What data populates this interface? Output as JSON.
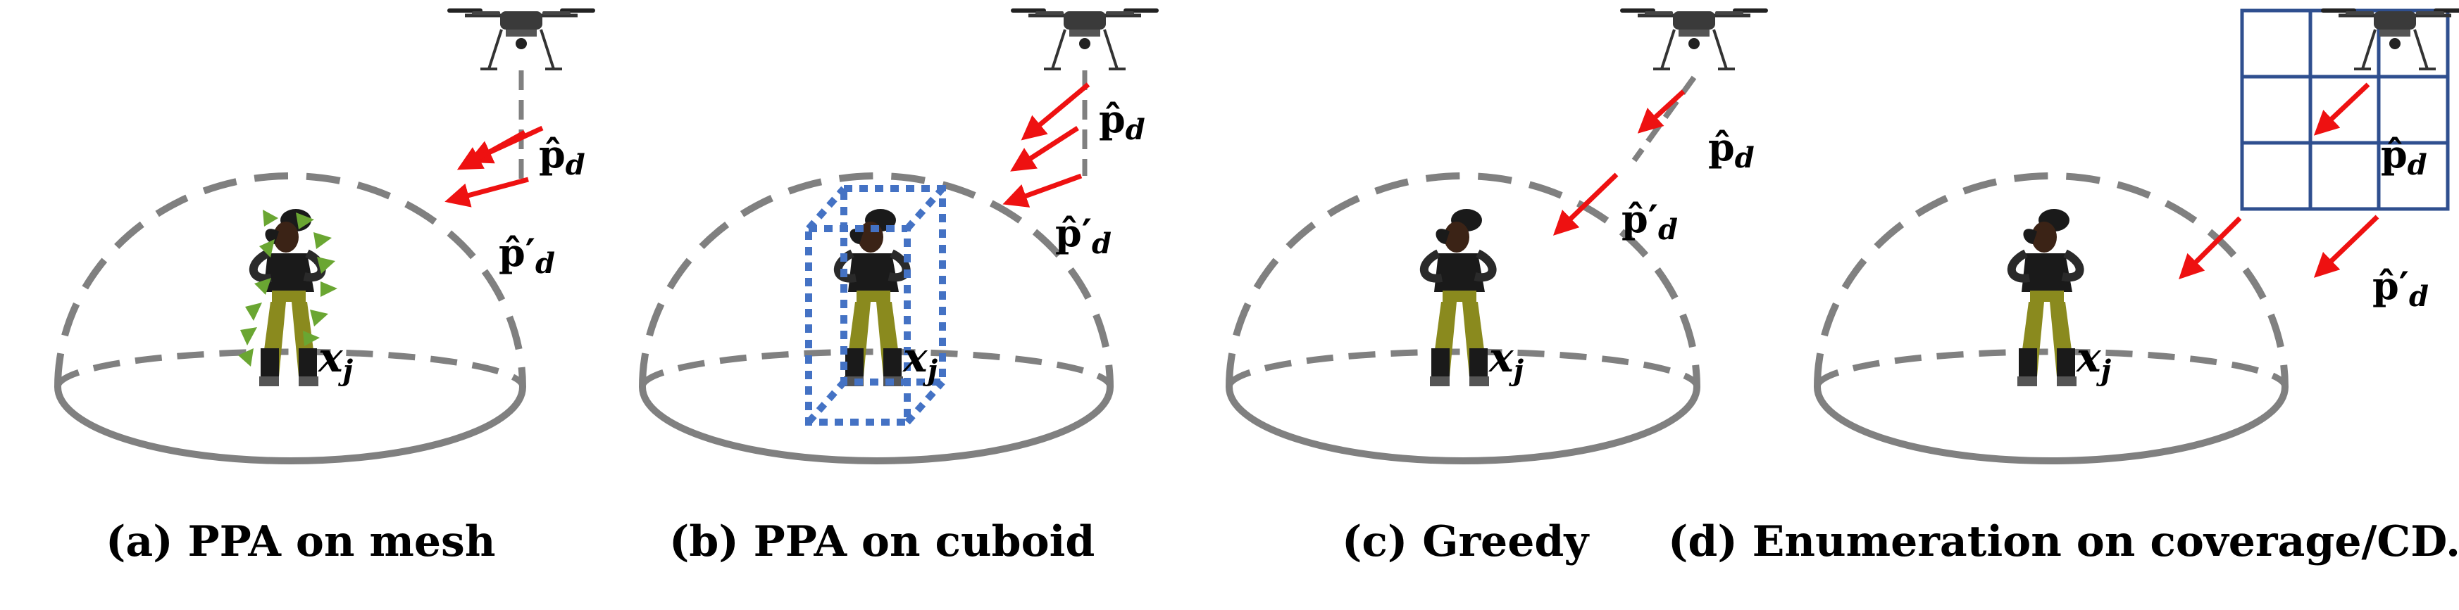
{
  "panels": [
    {
      "id": "a",
      "caption": "(a) PPA on mesh",
      "p_label": "p̂",
      "p_sub": "d",
      "pp_label": "p̂′",
      "pp_sub": "d",
      "x_label": "x",
      "x_sub": "j"
    },
    {
      "id": "b",
      "caption": "(b) PPA on cuboid",
      "p_label": "p̂",
      "p_sub": "d",
      "pp_label": "p̂′",
      "pp_sub": "d",
      "x_label": "x",
      "x_sub": "j"
    },
    {
      "id": "c",
      "caption": "(c) Greedy",
      "p_label": "p̂",
      "p_sub": "d",
      "pp_label": "p̂′",
      "pp_sub": "d",
      "x_label": "x",
      "x_sub": "j"
    },
    {
      "id": "d",
      "caption": "(d) Enumeration on coverage/CD.",
      "p_label": "p̂",
      "p_sub": "d",
      "pp_label": "p̂′",
      "pp_sub": "d",
      "x_label": "x",
      "x_sub": "j"
    }
  ],
  "colors": {
    "dome": "#808080",
    "arrow": "#ee1111",
    "cuboid": "#4472c4",
    "grid": "#2f4f8f",
    "mesh": "#6aa632",
    "figure_dark": "#1a1a1a",
    "figure_pants": "#8a8a1e"
  },
  "icons": [
    "drone-icon",
    "human-figure-icon"
  ]
}
